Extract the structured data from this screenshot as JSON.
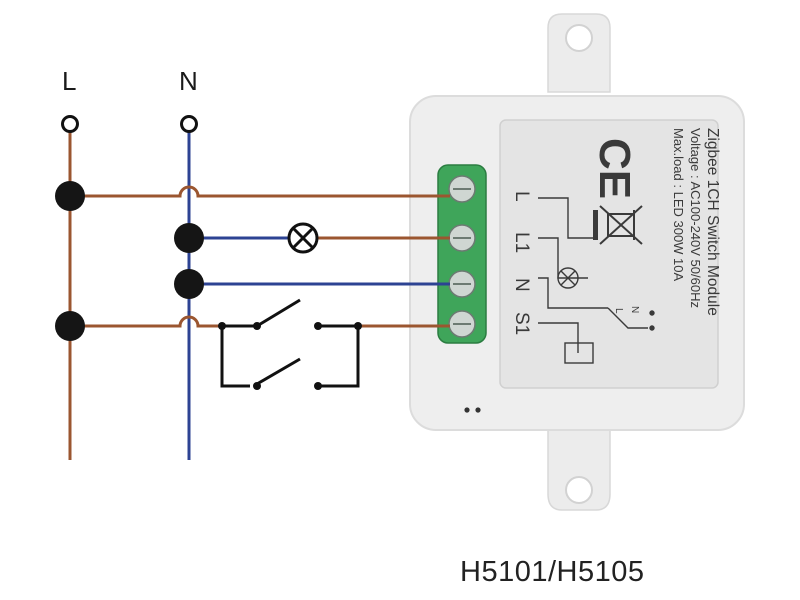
{
  "bus_labels": {
    "line": "L",
    "neutral": "N"
  },
  "module": {
    "title": "Zigbee 1CH Switch Module",
    "voltage": "Voltage : AC100-240V 50/60Hz",
    "max_load": "Max.load : LED 300W  10A",
    "ce_mark": "CE",
    "terminals": [
      "L",
      "L1",
      "N",
      "S1"
    ],
    "schematic_labels": {
      "l": "L",
      "n": "N"
    }
  },
  "model_number": "H5101/H5105",
  "colors": {
    "live_wire": "#9b5630",
    "neutral_wire": "#2d4393",
    "terminal_block": "#3fa55a",
    "module_body": "#eeeeee"
  },
  "icons": [
    "lamp-icon",
    "ce-mark-icon",
    "weee-bin-icon",
    "two-way-switch-icon"
  ]
}
